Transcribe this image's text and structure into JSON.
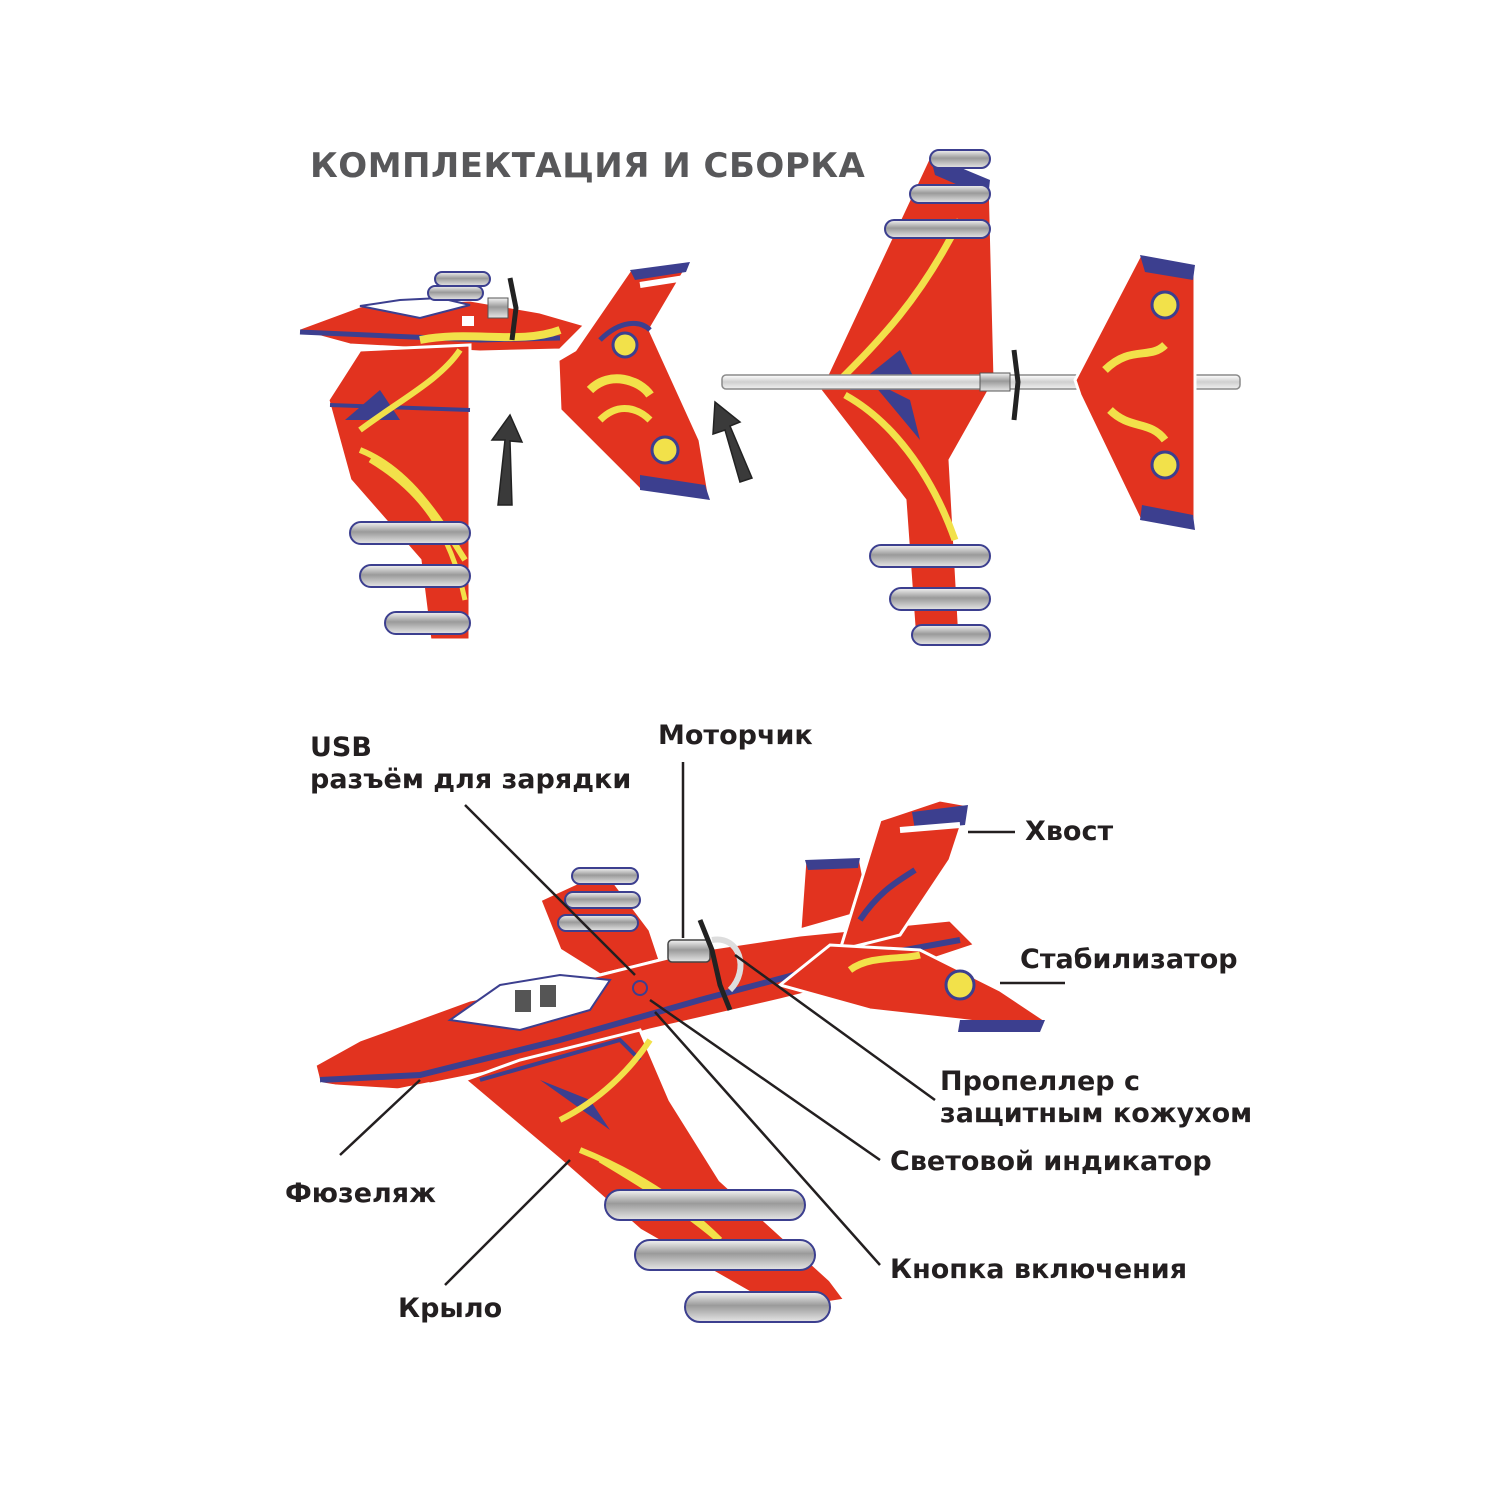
{
  "title": "КОМПЛЕКТАЦИЯ И СБОРКА",
  "colors": {
    "body_red": "#e2331f",
    "yellow_stripe": "#f2e14a",
    "navy_trim": "#3c3f8f",
    "missile_silver": "#c9c9c9",
    "title_gray": "#58585a",
    "label_black": "#231f20"
  },
  "labels": {
    "usb_line1": "USB",
    "usb_line2": "разъём для зарядки",
    "motor": "Моторчик",
    "tail": "Хвост",
    "stabilizer": "Стабилизатор",
    "propeller_line1": "Пропеллер с",
    "propeller_line2": "защитным кожухом",
    "light_indicator": "Световой индикатор",
    "power_button": "Кнопка включения",
    "fuselage": "Фюзеляж",
    "wing": "Крыло"
  }
}
